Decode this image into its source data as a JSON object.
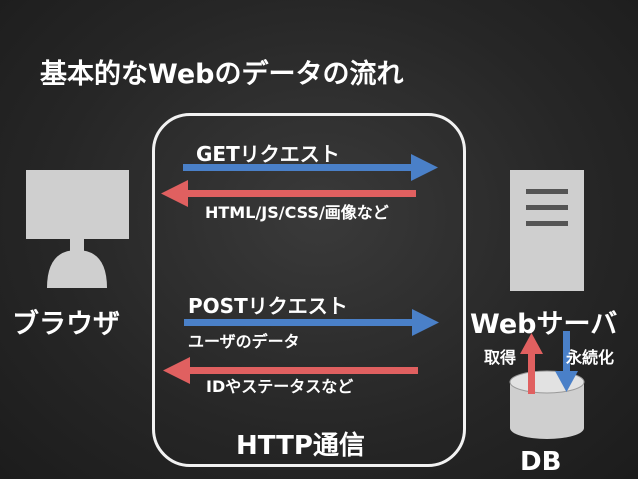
{
  "title": "基本的なWebのデータの流れ",
  "channel": {
    "label": "HTTP通信",
    "get_request": "GETリクエスト",
    "get_response": "HTML/JS/CSS/画像など",
    "post_request": "POSTリクエスト",
    "post_payload": "ユーザのデータ",
    "post_response": "IDやステータスなど"
  },
  "client": {
    "label": "ブラウザ",
    "icon": "monitor-icon"
  },
  "server": {
    "label": "Webサーバ",
    "icon": "server-icon"
  },
  "database": {
    "label": "DB",
    "icon": "database-icon",
    "fetch": "取得",
    "persist": "永続化"
  },
  "colors": {
    "request_arrow": "#4a80c8",
    "response_arrow": "#e06060",
    "device_fill": "#cfcfcf",
    "background": "#2a2a2a"
  }
}
